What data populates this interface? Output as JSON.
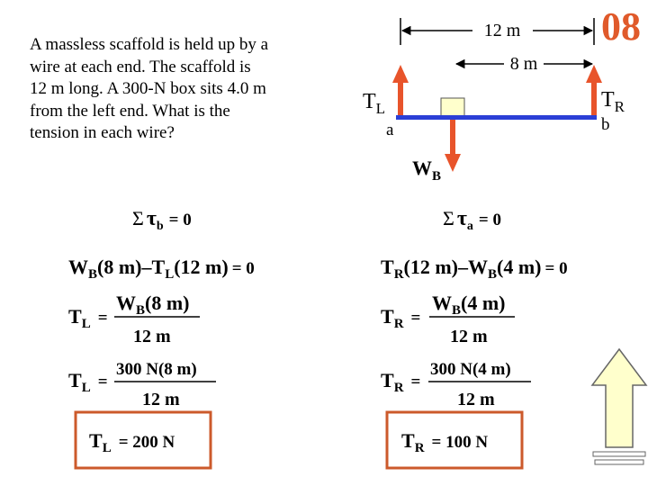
{
  "slide": {
    "number": "08"
  },
  "problem": {
    "lines": [
      "A massless scaffold is held up by a",
      "wire at each end.  The scaffold is",
      "12 m long. A 300-N box sits 4.0 m",
      "from the left end.  What is the",
      "tension in each wire?"
    ]
  },
  "diagram": {
    "dim_total": "12 m",
    "dim_partial": "8 m",
    "label_tl_main": "T",
    "label_tl_sub": "L",
    "label_tr_main": "T",
    "label_tr_sub": "R",
    "label_wb_main": "W",
    "label_wb_sub": "B",
    "point_a": "a",
    "point_b": "b"
  },
  "left_solution": {
    "sum_torque": {
      "sigma": "Σ",
      "tau": "τ",
      "sub": "b",
      "rhs": "= 0"
    },
    "line1": {
      "a_main": "W",
      "a_sub": "B",
      "a_arg": "(8 m)",
      "minus": "–",
      "b_main": "T",
      "b_sub": "L",
      "b_arg": "(12 m)",
      "rhs": "= 0"
    },
    "line2": {
      "lhs_main": "T",
      "lhs_sub": "L",
      "eq": "=",
      "num_main": "W",
      "num_sub": "B",
      "num_arg": "(8 m)",
      "den": "12 m"
    },
    "line3": {
      "lhs_main": "T",
      "lhs_sub": "L",
      "eq": "=",
      "num": "300 N(8 m)",
      "den": "12 m"
    },
    "answer": {
      "main": "T",
      "sub": "L",
      "rhs": "= 200 N"
    }
  },
  "right_solution": {
    "sum_torque": {
      "sigma": "Σ",
      "tau": "τ",
      "sub": "a",
      "rhs": "= 0"
    },
    "line1": {
      "a_main": "T",
      "a_sub": "R",
      "a_arg": "(12 m)",
      "minus": "–",
      "b_main": "W",
      "b_sub": "B",
      "b_arg": "(4 m)",
      "rhs": "= 0"
    },
    "line2": {
      "lhs_main": "T",
      "lhs_sub": "R",
      "eq": "=",
      "num_main": "W",
      "num_sub": "B",
      "num_arg": "(4 m)",
      "den": "12 m"
    },
    "line3": {
      "lhs_main": "T",
      "lhs_sub": "R",
      "eq": "=",
      "num": "300 N(4 m)",
      "den": "12 m"
    },
    "answer": {
      "main": "T",
      "sub": "R",
      "rhs": "= 100 N"
    }
  },
  "colors": {
    "force_arrow": "#e8542b",
    "beam": "#2b3fd6",
    "box": "#ffffcc",
    "answer_border": "#cc5a2b",
    "nav_arrow_fill": "#ffffcc"
  },
  "icons": {
    "nav": "up-arrow-icon"
  }
}
